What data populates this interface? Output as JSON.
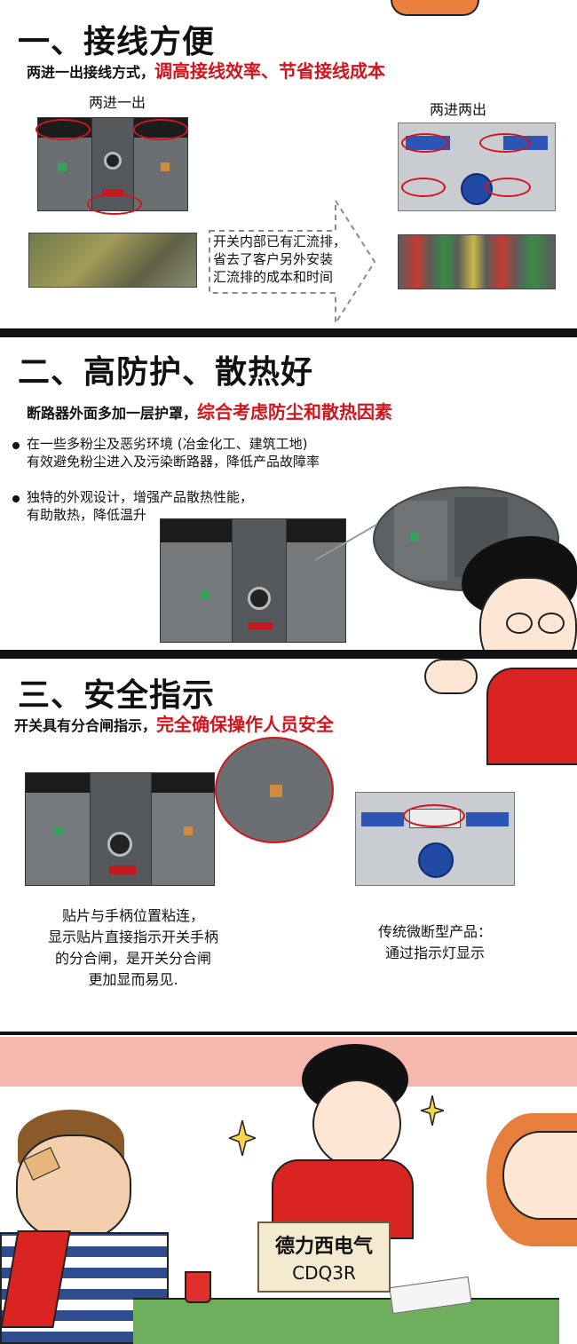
{
  "section1": {
    "heading": "一、接线方便",
    "sub_plain": "两进一出接线方式，",
    "sub_red": "调高接线效率、节省接线成本",
    "label_left": "两进一出",
    "label_right": "两进两出",
    "note_lines": [
      "开关内部已有汇流排，",
      "省去了客户另外安装",
      "汇流排的成本和时间"
    ]
  },
  "section2": {
    "heading": "二、高防护、散热好",
    "sub_plain": "断路器外面多加一层护罩，",
    "sub_red": "综合考虑防尘和散热因素",
    "bullet1_lines": [
      "在一些多粉尘及恶劣环境 (冶金化工、建筑工地)",
      "有效避免粉尘进入及污染断路器，降低产品故障率"
    ],
    "bullet2_lines": [
      "独特的外观设计，增强产品散热性能，",
      "有助散热，降低温升"
    ]
  },
  "section3": {
    "heading": "三、安全指示",
    "sub_plain": "开关具有分合闸指示，",
    "sub_red": "完全确保操作人员安全",
    "left_caption": [
      "贴片与手柄位置粘连，",
      "显示贴片直接指示开关手柄",
      "的分合闸，是开关分合闸",
      "更加显而易见."
    ],
    "right_caption": [
      "传统微断型产品：",
      "通过指示灯显示"
    ]
  },
  "section4": {
    "sign_line1": "德力西电气",
    "sign_line2": "CDQ3R"
  },
  "colors": {
    "accent_red": "#d2151c",
    "border": "#111111",
    "product_gray": "#6b6f72",
    "blue_bar": "#2d55b5"
  }
}
